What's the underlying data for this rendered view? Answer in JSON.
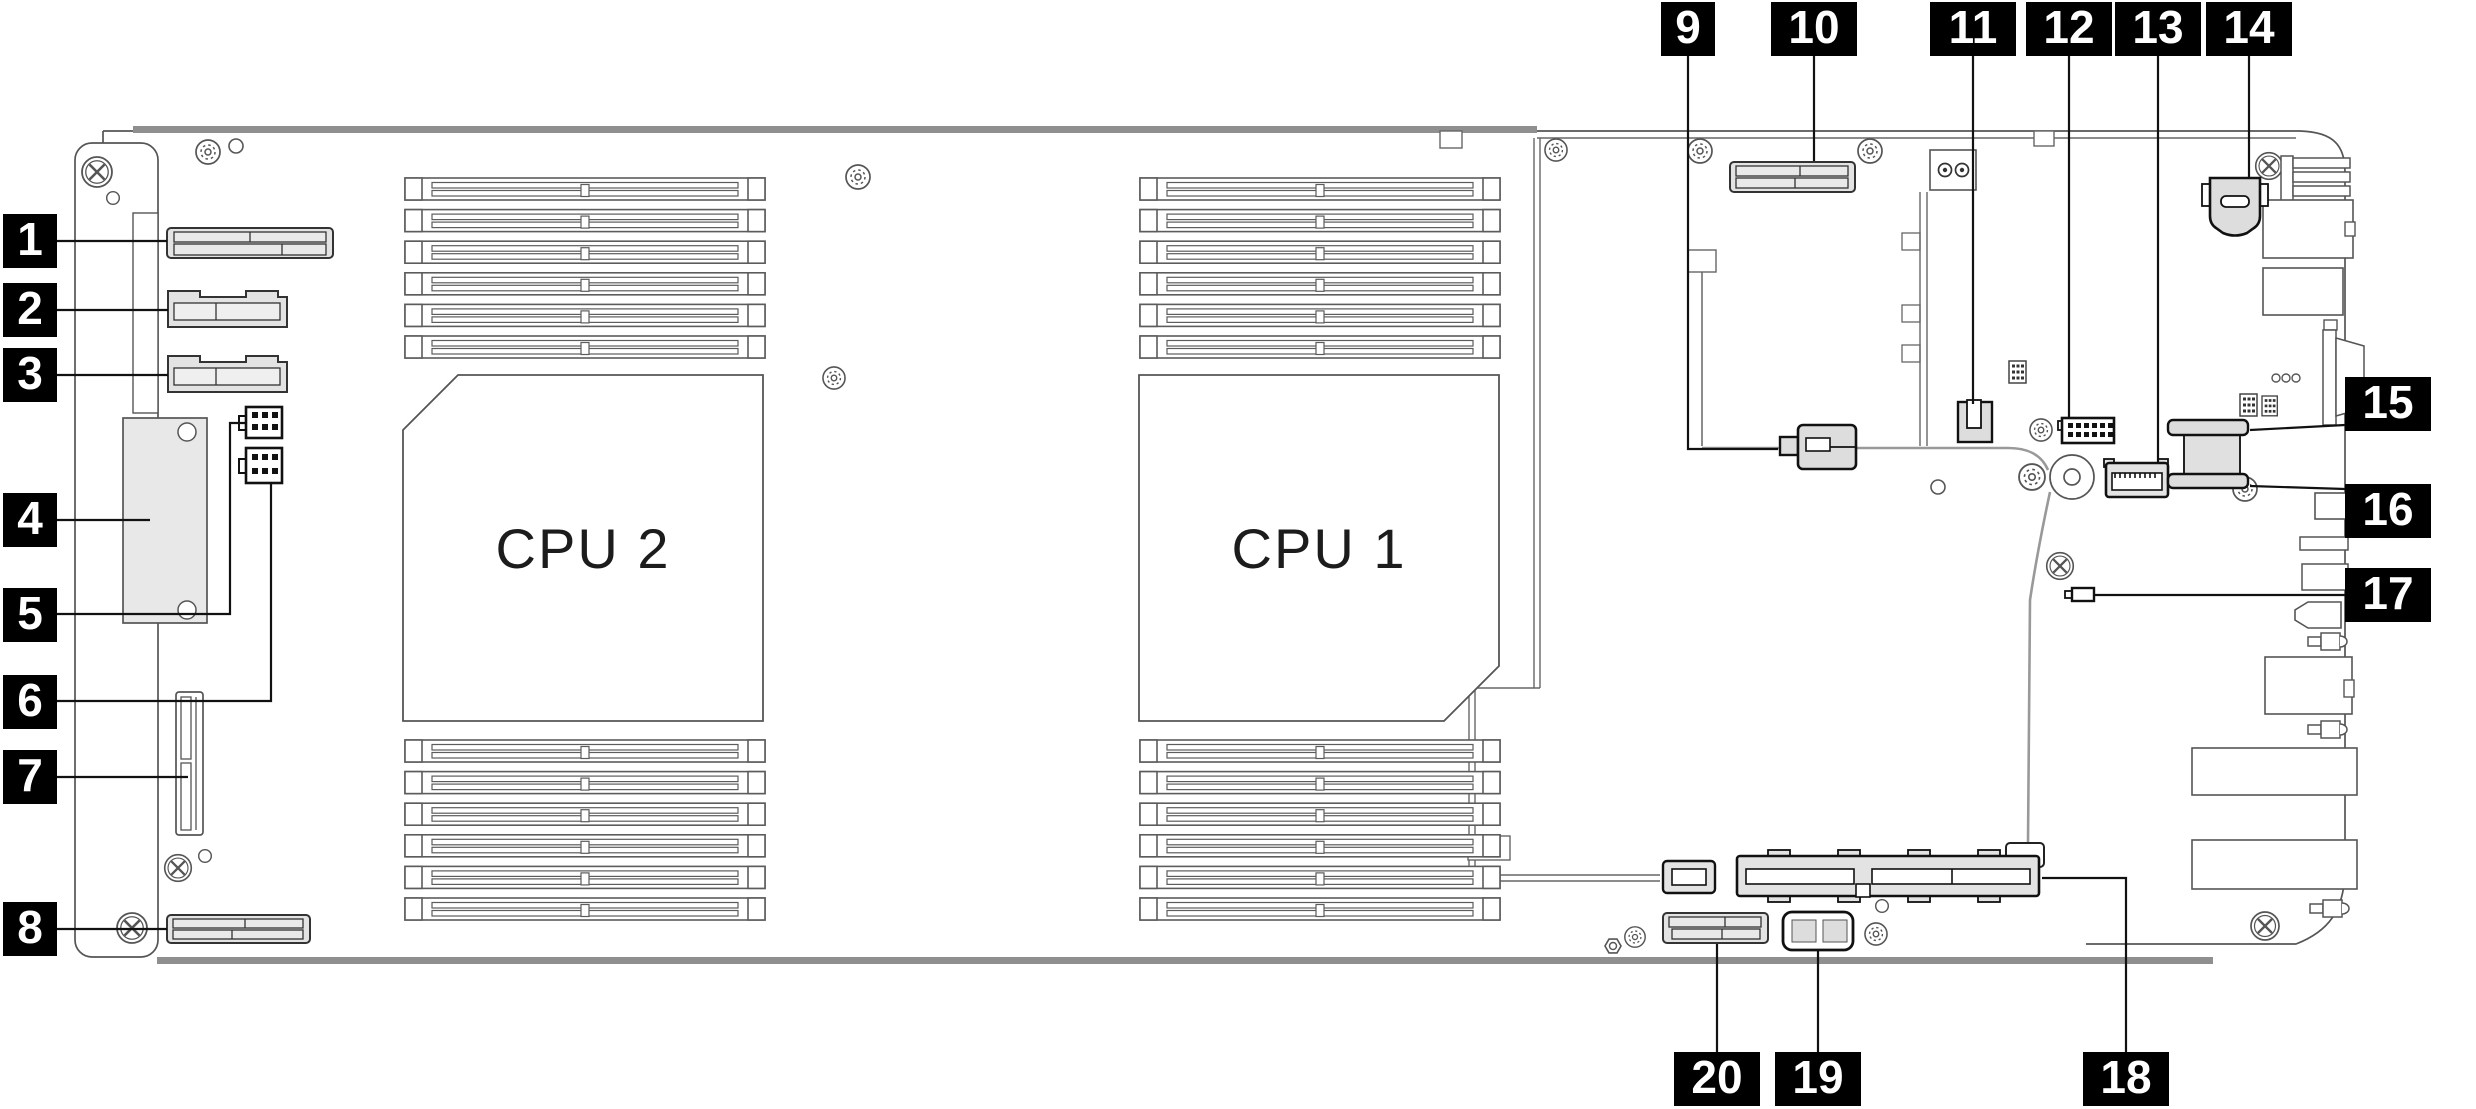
{
  "diagram": {
    "type": "hardware-connector-diagram",
    "cpu_sockets": [
      {
        "label": "CPU 2"
      },
      {
        "label": "CPU 1"
      }
    ],
    "callouts": [
      {
        "number": "1"
      },
      {
        "number": "2"
      },
      {
        "number": "3"
      },
      {
        "number": "4"
      },
      {
        "number": "5"
      },
      {
        "number": "6"
      },
      {
        "number": "7"
      },
      {
        "number": "8"
      },
      {
        "number": "9"
      },
      {
        "number": "10"
      },
      {
        "number": "11"
      },
      {
        "number": "12"
      },
      {
        "number": "13"
      },
      {
        "number": "14"
      },
      {
        "number": "15"
      },
      {
        "number": "16"
      },
      {
        "number": "17"
      },
      {
        "number": "18"
      },
      {
        "number": "19"
      },
      {
        "number": "20"
      }
    ],
    "colors": {
      "background": "#ffffff",
      "callout_bg": "#000000",
      "callout_text": "#ffffff",
      "outline": "#4f4f4f",
      "bold_outline": "#111111",
      "connector_fill": "#e3e3e3",
      "chassis_edge": "#8f8f8f"
    }
  }
}
